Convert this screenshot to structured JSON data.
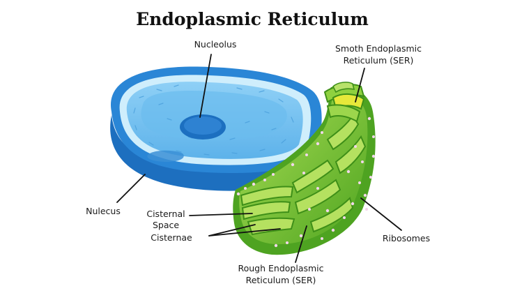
{
  "title": "Endoplasmic Reticulum",
  "labels": {
    "nucleolus": "Nucleolus",
    "ser_line1": "Smoth Endoplasmic",
    "ser_line2": "Reticulum (SER)",
    "nucleus": "Nulecus",
    "cisternal_space_line1": "Cisternal",
    "cisternal_space_line2": "Space",
    "cisternae": "Cisternae",
    "ribosomes": "Ribosomes",
    "rer_line1": "Rough Endoplasmic",
    "rer_line2": "Reticulum (SER)"
  },
  "colors": {
    "nucleus_outer": "#1f78c8",
    "nucleus_inner": "#7cc4f2",
    "nucleolus": "#1c6fc0",
    "er_dark": "#3f9a1c",
    "er_light": "#9cd64c",
    "ser_yellow": "#e6e83a",
    "ribosome": "#f2d7ea"
  }
}
